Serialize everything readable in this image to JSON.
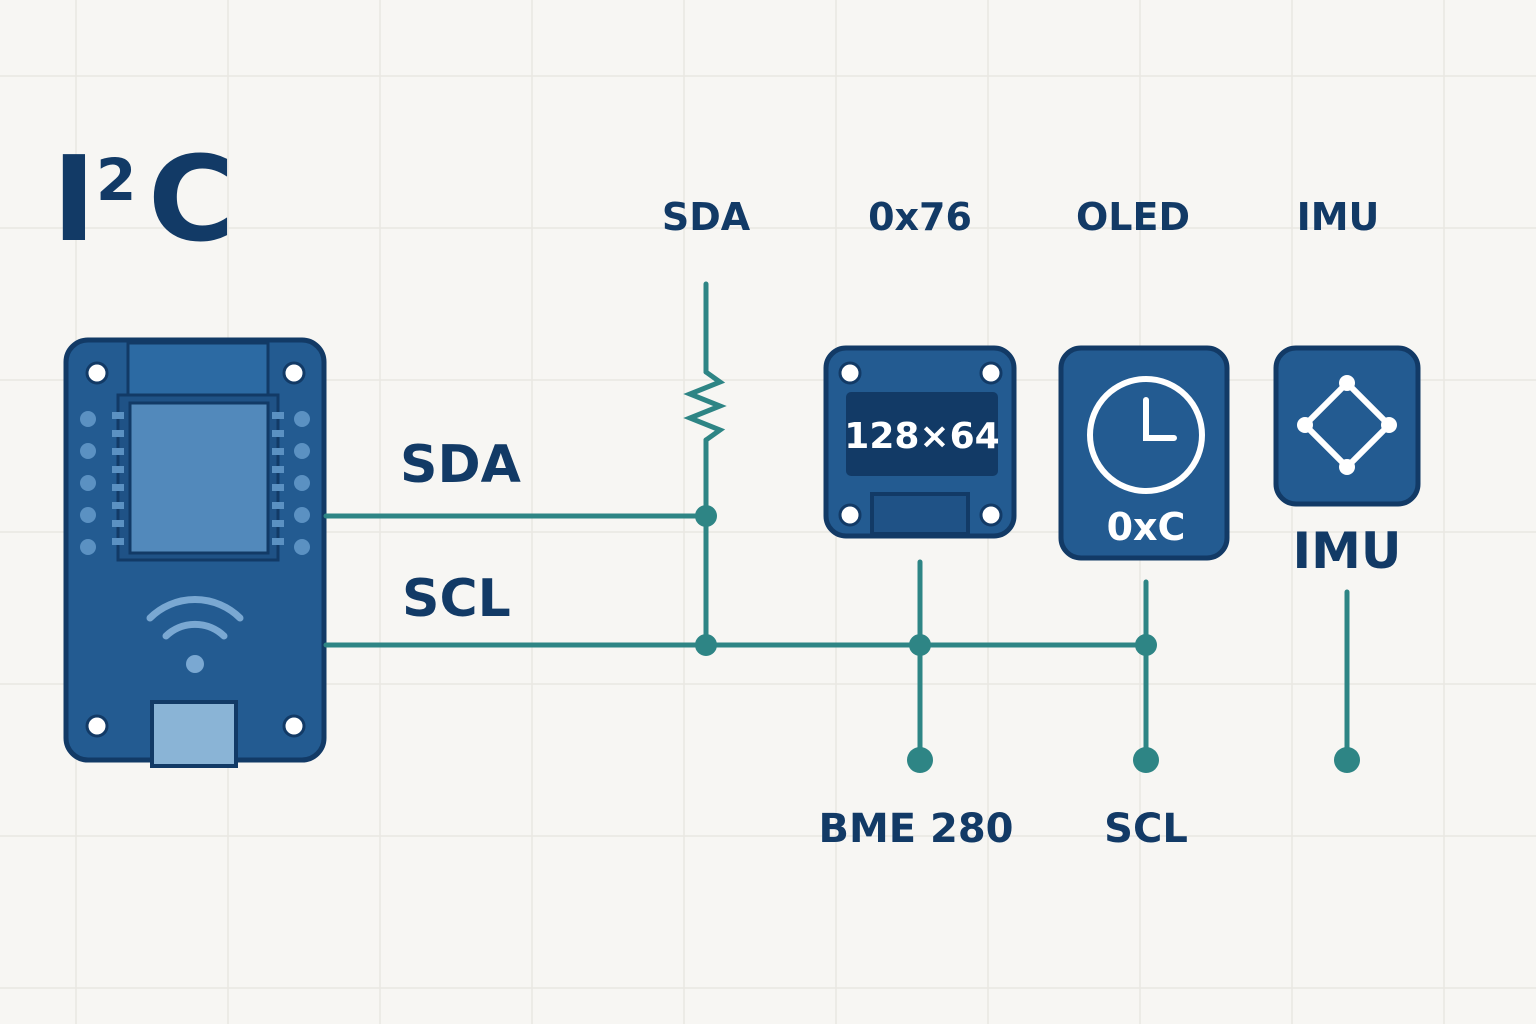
{
  "title": {
    "main": "I",
    "sup": "2",
    "tail": "C"
  },
  "labels": {
    "top_sda": "SDA",
    "top_addr": "0x76",
    "top_oled": "OLED",
    "top_imu": "IMU",
    "bus_sda": "SDA",
    "bus_scl": "SCL",
    "bottom_bme": "BME 280",
    "bottom_scl": "SCL",
    "imu_caption": "IMU"
  },
  "devices": {
    "oled_screen_text": "128×64",
    "clock_address": "0xC"
  },
  "icons": {
    "microcontroller": "esp-board-icon",
    "wifi": "wifi-icon",
    "resistor": "pull-up-resistor-icon",
    "oled": "oled-module-icon",
    "clock": "rtc-clock-icon",
    "imu": "imu-chip-icon"
  },
  "colors": {
    "background": "#f7f6f3",
    "board": "#235b91",
    "board_dark": "#123a66",
    "wire": "#2e8585",
    "text": "#123a66"
  }
}
